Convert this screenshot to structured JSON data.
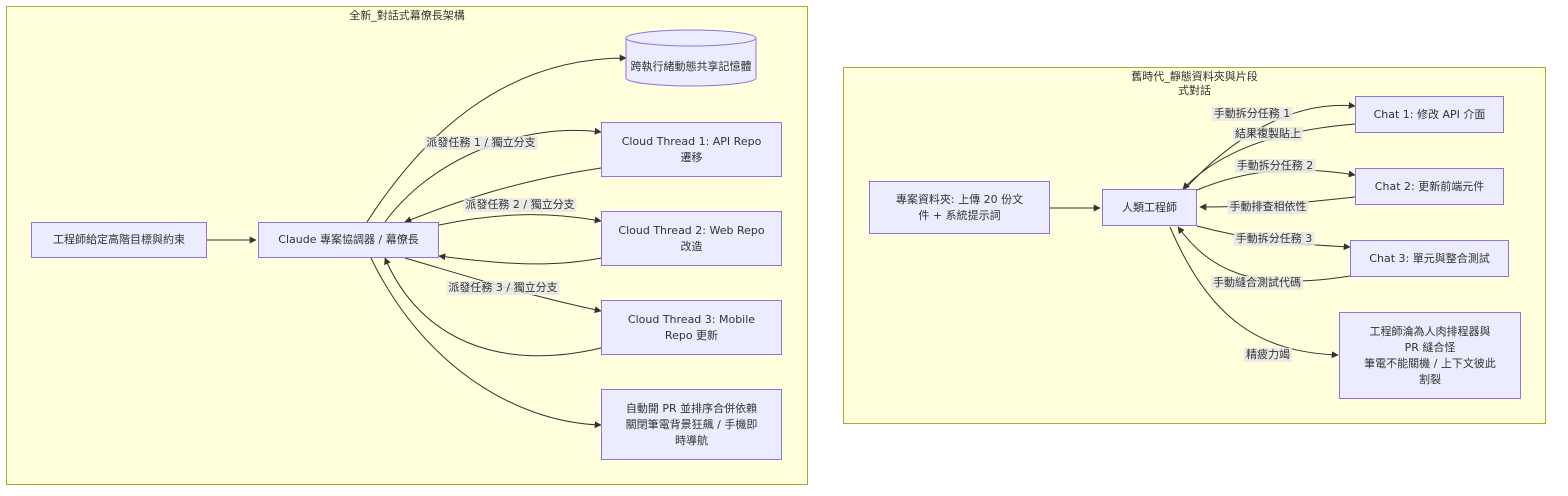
{
  "new_cluster": {
    "title": "全新_對話式幕僚長架構",
    "nodes": {
      "engineer_goal": "工程師給定高階目標與約束",
      "orchestrator": "Claude 專案協調器 / 幕僚長",
      "shared_memory": "跨執行緒動態共享記憶體",
      "thread1": [
        "Cloud Thread 1: API Repo",
        "遷移"
      ],
      "thread2": [
        "Cloud Thread 2: Web Repo",
        "改造"
      ],
      "thread3": [
        "Cloud Thread 3: Mobile",
        "Repo 更新"
      ],
      "auto_pr": [
        "自動開 PR 並排序合併依賴",
        "關閉筆電背景狂飆 / 手機即",
        "時導航"
      ]
    },
    "edge_labels": {
      "dispatch1": "派發任務 1 / 獨立分支",
      "dispatch2": "派發任務 2 / 獨立分支",
      "dispatch3": "派發任務 3 / 獨立分支"
    }
  },
  "old_cluster": {
    "title_lines": [
      "舊時代_靜態資料夾與片段",
      "式對話"
    ],
    "nodes": {
      "project_folder": [
        "專案資料夾: 上傳 20 份文",
        "件 + 系統提示詞"
      ],
      "human_engineer": "人類工程師",
      "chat1": "Chat 1: 修改 API 介面",
      "chat2": "Chat 2: 更新前端元件",
      "chat3": "Chat 3: 單元與整合測試",
      "outcome": [
        "工程師淪為人肉排程器與",
        "PR 縫合怪",
        "筆電不能關機 / 上下文彼此",
        "割裂"
      ]
    },
    "edge_labels": {
      "split1": "手動拆分任務 1",
      "copy_paste": "結果複製貼上",
      "split2": "手動拆分任務 2",
      "debug_deps": "手動排查相依性",
      "split3": "手動拆分任務 3",
      "stitch_tests": "手動縫合測試代碼",
      "exhausted": "精疲力竭"
    }
  },
  "colors": {
    "cluster_fill": "#ffffde",
    "cluster_border": "#aaaa33",
    "node_fill": "#ececff",
    "node_border": "#9370db",
    "edge": "#333333"
  }
}
